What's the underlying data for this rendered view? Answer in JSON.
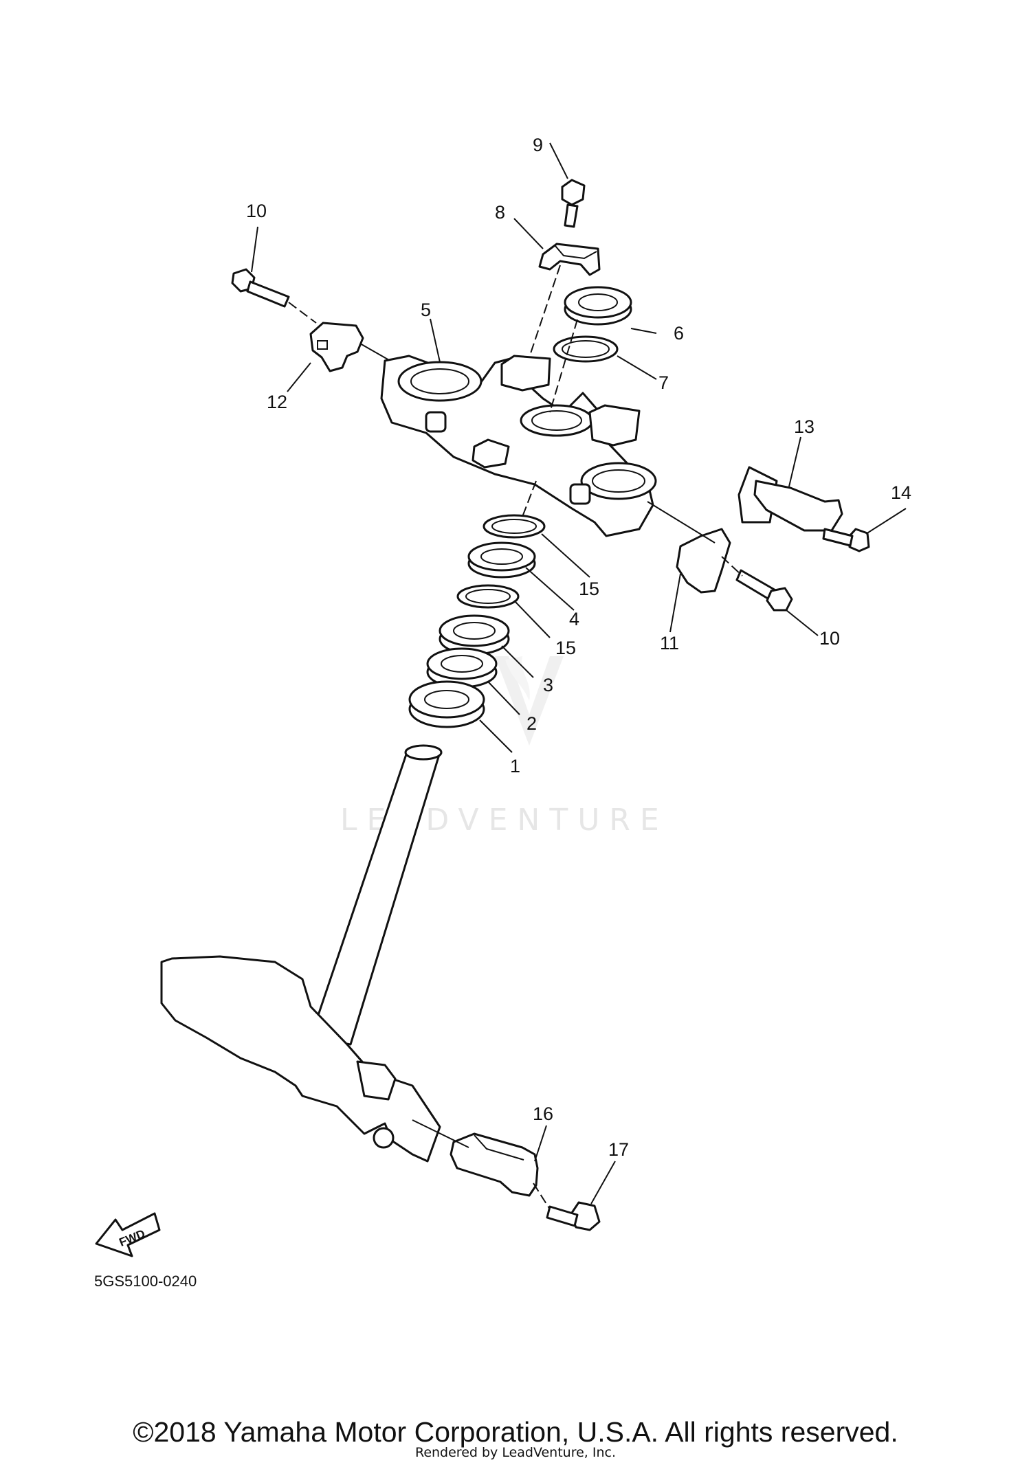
{
  "diagram": {
    "code": "5GS5100-0240",
    "fwd_label": "FWD",
    "watermark": "LEADVENTURE",
    "copyright": "©2018 Yamaha Motor Corporation, U.S.A. All rights reserved.",
    "rendered_by": "Rendered by LeadVenture, Inc."
  },
  "callouts": [
    "1",
    "2",
    "3",
    "4",
    "5",
    "6",
    "7",
    "8",
    "9",
    "10",
    "10",
    "11",
    "12",
    "13",
    "14",
    "15",
    "15",
    "16",
    "17"
  ]
}
